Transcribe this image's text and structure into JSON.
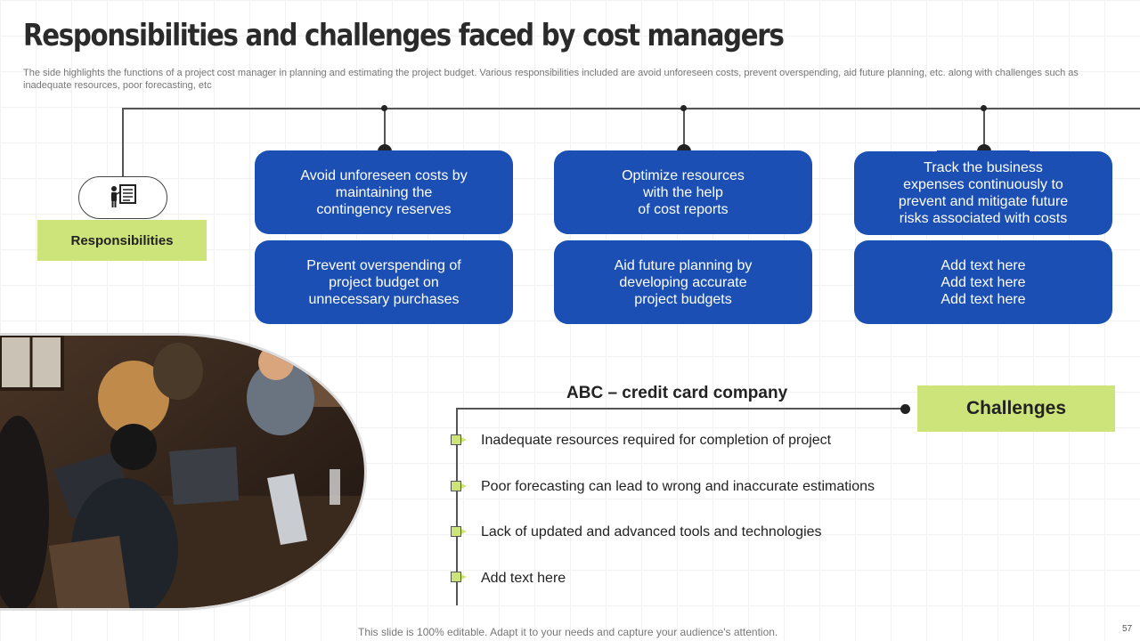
{
  "header": {
    "title": "Responsibilities and challenges faced by cost managers",
    "subtitle": "The side highlights the functions of a project cost manager in planning and estimating the project budget. Various responsibilities included are avoid unforeseen costs, prevent overspending, aid future planning, etc. along with challenges such as inadequate resources, poor forecasting, etc"
  },
  "responsibilities": {
    "label": "Responsibilities",
    "icon": "presentation-person-icon",
    "cards": [
      "Avoid unforeseen costs by\nmaintaining the\ncontingency reserves",
      "Optimize resources\nwith the help\nof cost reports",
      "Track the business\nexpenses continuously  to\nprevent and mitigate future\nrisks associated with costs",
      "Prevent overspending of\nproject budget on\nunnecessary  purchases",
      "Aid future  planning by\ndeveloping accurate\nproject budgets",
      "Add text here\nAdd text here\nAdd text here"
    ]
  },
  "challenges": {
    "label": "Challenges",
    "company": "ABC – credit card company",
    "items": [
      "Inadequate resources required for completion of project",
      "Poor forecasting can lead to wrong and inaccurate estimations",
      "Lack of updated and advanced tools and technologies",
      "Add text here"
    ]
  },
  "footer": {
    "note": "This slide is 100% editable. Adapt it to your needs and capture your audience's attention.",
    "page": "57"
  },
  "colors": {
    "card_blue": "#1b4fb4",
    "accent_green": "#cde47a"
  }
}
